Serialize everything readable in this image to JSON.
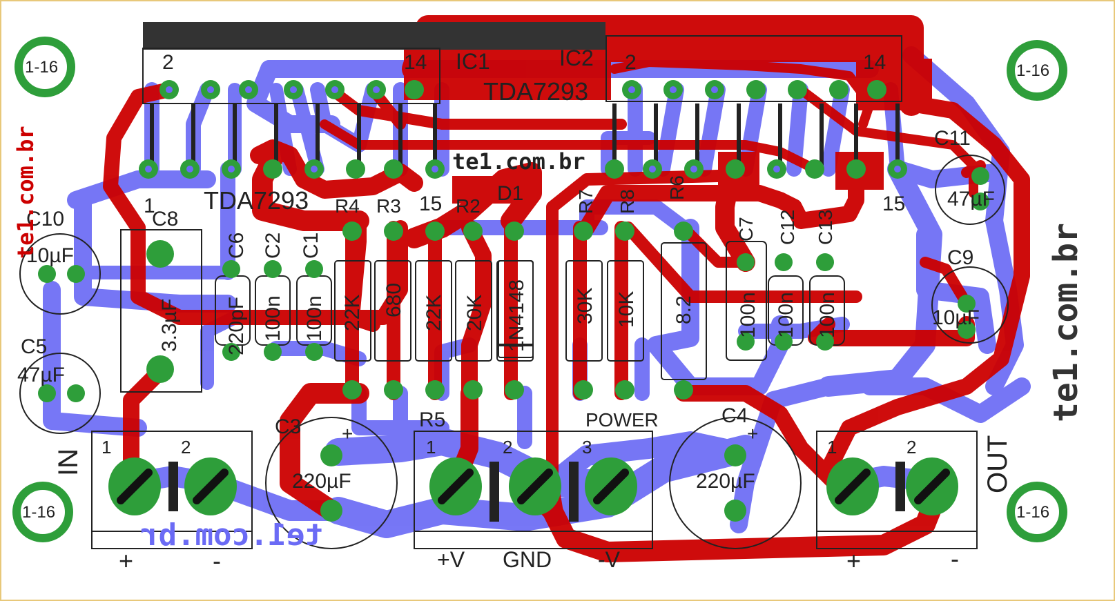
{
  "labels": {
    "ic1": "IC1",
    "ic2": "IC2",
    "ic1_pin2": "2",
    "ic1_pin14": "14",
    "ic2_pin2": "2",
    "ic2_pin14": "14",
    "ic1_pin1": "1",
    "ic2_pin15": "15",
    "ic1_pin15": "15",
    "tda_top": "TDA7293",
    "tda_bottom": "TDA7293",
    "site_center": "te1.com.br",
    "site_left": "te1.com.br",
    "site_right": "te1.com.br",
    "site_bottom": "te1.com.br",
    "mount_tl": "1-16",
    "mount_tr": "1-16",
    "mount_bl": "1-16",
    "mount_br": "1-16"
  },
  "components": {
    "c10_name": "C10",
    "c10_value": "10µF",
    "c5_name": "C5",
    "c5_value": "47µF",
    "c8_name": "C8",
    "c8_value": "3.3µF",
    "c6_name": "C6",
    "c6_value": "220pF",
    "c2_name": "C2",
    "c2_value": "100n",
    "c1_name": "C1",
    "c1_value": "100n",
    "r4_name": "R4",
    "r4_value": "22K",
    "r3_name": "R3",
    "r3_value": "680",
    "r2_name": "R2",
    "r2_value": "22K",
    "r1_value": "20K",
    "d1_name": "D1",
    "d1_value": "1N4148",
    "r7_name": "R7",
    "r7_value": "30K",
    "r8_name": "R8",
    "r8_value": "10K",
    "r6_name": "R6",
    "r6_value": "8.2",
    "c7_name": "C7",
    "c7_value": "100n",
    "c12_name": "C12",
    "c12_value": "100n",
    "c13_name": "C13",
    "c13_value": "100n",
    "c11_name": "C11",
    "c11_value": "47µF",
    "c9_name": "C9",
    "c9_value": "10µF",
    "c3_name": "C3",
    "c3_value": "220µF",
    "c4_name": "C4",
    "c4_value": "220µF",
    "r5_name": "R5",
    "power_label": "POWER"
  },
  "connectors": {
    "in_label": "IN",
    "in_pin1": "1",
    "in_pin2": "2",
    "in_plus": "+",
    "in_minus": "-",
    "pwr_pin1": "1",
    "pwr_pin2": "2",
    "pwr_pin3": "3",
    "pwr_vplus": "+V",
    "pwr_gnd": "GND",
    "pwr_vminus": "-V",
    "out_label": "OUT",
    "out_pin1": "1",
    "out_pin2": "2",
    "out_plus": "+",
    "out_minus": "-",
    "cap_plus": "+"
  },
  "colors": {
    "top_copper": "#cc0000",
    "bottom_copper": "#6b6bf5",
    "pad_ring": "#2e9e3a",
    "silkscreen": "#222222",
    "board_border": "#e8c87a"
  }
}
